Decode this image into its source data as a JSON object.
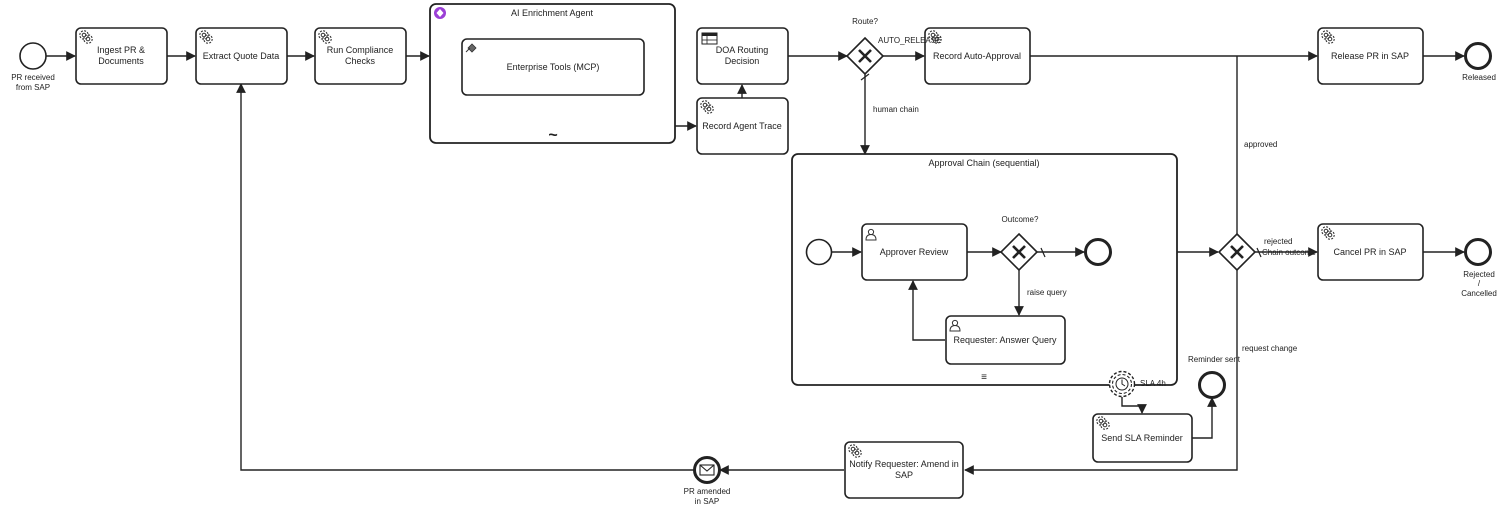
{
  "events": {
    "start": {
      "label_line1": "PR received",
      "label_line2": "from SAP"
    },
    "released": {
      "label": "Released"
    },
    "rejected": {
      "label_line1": "Rejected",
      "label_line2": "/",
      "label_line3": "Cancelled"
    },
    "pr_amended": {
      "label_line1": "PR amended",
      "label_line2": "in SAP"
    },
    "reminder_sent": {
      "label": "Reminder sent"
    },
    "sla_timer": {
      "label": "SLA 4h"
    }
  },
  "tasks": {
    "ingest": {
      "line1": "Ingest PR &",
      "line2": "Documents",
      "icon": "gear-icon"
    },
    "extract": {
      "line1": "Extract Quote Data",
      "icon": "gear-icon"
    },
    "compliance": {
      "line1": "Run Compliance",
      "line2": "Checks",
      "icon": "gear-icon"
    },
    "doa": {
      "line1": "DOA Routing",
      "line2": "Decision",
      "icon": "table-icon"
    },
    "agent_trace": {
      "line1": "Record Agent Trace",
      "icon": "gear-icon"
    },
    "auto_approval": {
      "line1": "Record Auto-Approval",
      "icon": "gear-icon"
    },
    "release": {
      "line1": "Release PR in SAP",
      "icon": "gear-icon"
    },
    "cancel": {
      "line1": "Cancel PR in SAP",
      "icon": "gear-icon"
    },
    "sla_reminder": {
      "line1": "Send SLA Reminder",
      "icon": "gear-icon"
    },
    "notify": {
      "line1": "Notify Requester: Amend in",
      "line2": "SAP",
      "icon": "gear-icon"
    },
    "approver_review": {
      "line1": "Approver Review",
      "icon": "user-icon"
    },
    "answer_query": {
      "line1": "Requester: Answer Query",
      "icon": "user-icon"
    }
  },
  "ai_agent": {
    "title": "AI Enrichment Agent",
    "inner_task": "Enterprise Tools (MCP)",
    "marker": "~"
  },
  "approval_chain": {
    "title": "Approval Chain (sequential)",
    "marker": "≡"
  },
  "gateways": {
    "route": {
      "label": "Route?"
    },
    "outcome": {
      "label": "Outcome?"
    }
  },
  "flow_labels": {
    "auto_release": "AUTO_RELEASE",
    "human_chain": "human chain",
    "raise_query": "raise query",
    "approved": "approved",
    "rejected": "rejected",
    "chain_outcome": "Chain outcome",
    "request_change": "request change"
  },
  "colors": {
    "stroke": "#222222",
    "agent_badge": "#9b3fd6"
  }
}
